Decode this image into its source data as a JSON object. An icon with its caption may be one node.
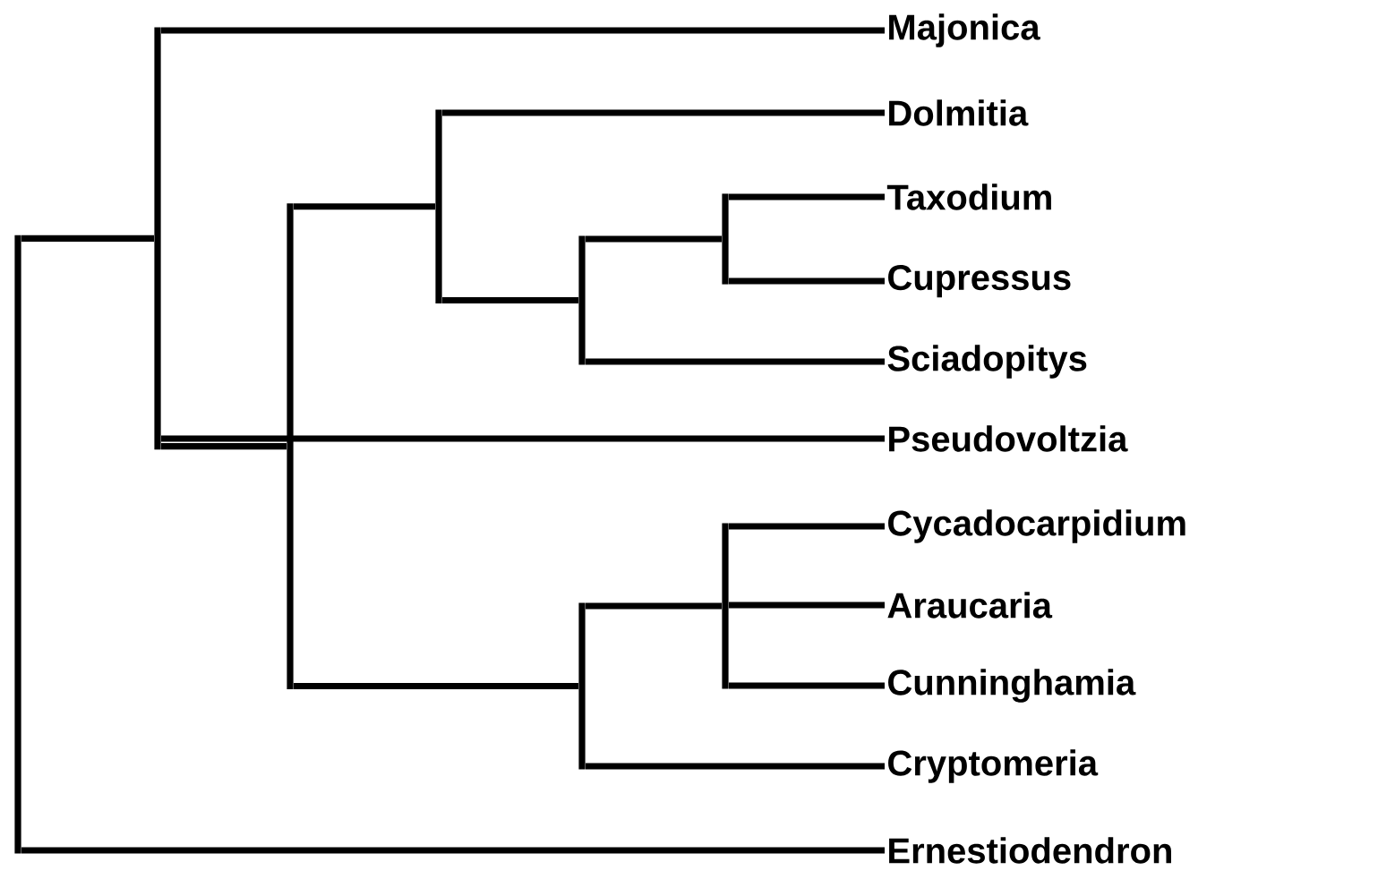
{
  "diagram": {
    "nodes": [
      {
        "text": [
          "Majonica"
        ]
      },
      {
        "text": [
          "Dolmitia"
        ]
      },
      {
        "text": [
          "Taxodium"
        ]
      },
      {
        "text": [
          "Cupressus"
        ]
      },
      {
        "text": [
          "Sciadopitys"
        ]
      },
      {
        "text": [
          "Pseudovoltzia"
        ]
      },
      {
        "text": [
          "Cycadocarpidium"
        ]
      },
      {
        "text": [
          "Araucaria"
        ]
      },
      {
        "text": [
          "Cunninghamia"
        ]
      },
      {
        "text": [
          "Cryptomeria"
        ]
      },
      {
        "text": [
          "Ernestiodendron"
        ]
      },
      {
        "text": [],
        "shape": "bar"
      },
      {
        "text": [],
        "shape": "bar"
      },
      {
        "text": [],
        "shape": "bar"
      },
      {
        "text": [],
        "shape": "bar"
      },
      {
        "text": [],
        "shape": "bar"
      },
      {
        "text": [],
        "shape": "bar"
      },
      {
        "text": [],
        "shape": "bar"
      },
      {
        "text": [],
        "shape": "bar"
      }
    ],
    "edges": [
      {
        "from": 11,
        "to": 12,
        "arrow": "none"
      },
      {
        "from": 11,
        "to": 10,
        "arrow": "none"
      },
      {
        "from": 12,
        "to": 0,
        "arrow": "none"
      },
      {
        "from": 12,
        "to": 5,
        "arrow": "none"
      },
      {
        "from": 12,
        "to": 13,
        "arrow": "none"
      },
      {
        "from": 13,
        "to": 14,
        "arrow": "none"
      },
      {
        "from": 13,
        "to": 17,
        "arrow": "none"
      },
      {
        "from": 14,
        "to": 1,
        "arrow": "none"
      },
      {
        "from": 14,
        "to": 15,
        "arrow": "none"
      },
      {
        "from": 15,
        "to": 16,
        "arrow": "none"
      },
      {
        "from": 15,
        "to": 4,
        "arrow": "none"
      },
      {
        "from": 16,
        "to": 2,
        "arrow": "none"
      },
      {
        "from": 16,
        "to": 3,
        "arrow": "none"
      },
      {
        "from": 17,
        "to": 18,
        "arrow": "none"
      },
      {
        "from": 17,
        "to": 9,
        "arrow": "none"
      },
      {
        "from": 18,
        "to": 6,
        "arrow": "none"
      },
      {
        "from": 18,
        "to": 7,
        "arrow": "none"
      },
      {
        "from": 18,
        "to": 8,
        "arrow": "none"
      }
    ]
  }
}
